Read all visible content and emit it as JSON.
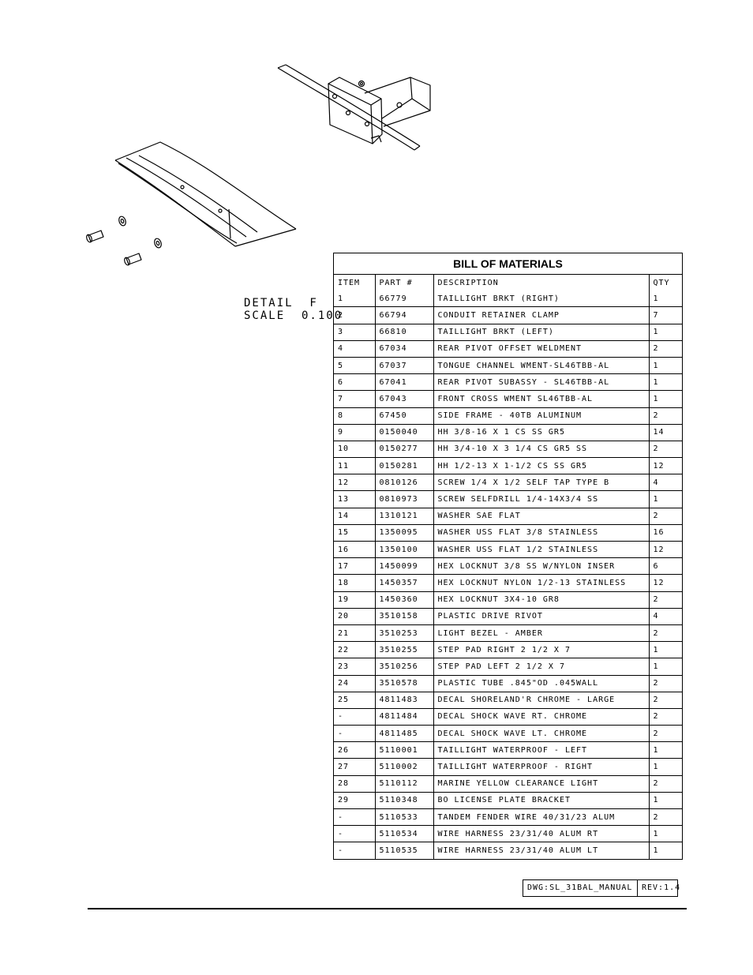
{
  "detail": {
    "line1": "DETAIL  F",
    "line2": "SCALE  0.100"
  },
  "bom": {
    "title": "BILL OF MATERIALS",
    "columns": [
      "ITEM",
      "PART #",
      "DESCRIPTION",
      "QTY"
    ],
    "rows": [
      [
        "1",
        "66779",
        "TAILLIGHT BRKT (RIGHT)",
        "1"
      ],
      [
        "2",
        "66794",
        "CONDUIT RETAINER CLAMP",
        "7"
      ],
      [
        "3",
        "66810",
        "TAILLIGHT BRKT (LEFT)",
        "1"
      ],
      [
        "4",
        "67034",
        "REAR PIVOT OFFSET WELDMENT",
        "2"
      ],
      [
        "5",
        "67037",
        "TONGUE CHANNEL WMENT-SL46TBB-AL",
        "1"
      ],
      [
        "6",
        "67041",
        "REAR PIVOT SUBASSY - SL46TBB-AL",
        "1"
      ],
      [
        "7",
        "67043",
        "FRONT CROSS WMENT SL46TBB-AL",
        "1"
      ],
      [
        "8",
        "67450",
        "SIDE FRAME - 40TB ALUMINUM",
        "2"
      ],
      [
        "9",
        "0150040",
        "HH 3/8-16 X 1 CS SS GR5",
        "14"
      ],
      [
        "10",
        "0150277",
        "HH 3/4-10 X 3 1/4 CS GR5 SS",
        "2"
      ],
      [
        "11",
        "0150281",
        "HH 1/2-13 X 1-1/2 CS SS GR5",
        "12"
      ],
      [
        "12",
        "0810126",
        "SCREW 1/4 X 1/2 SELF TAP TYPE B",
        "4"
      ],
      [
        "13",
        "0810973",
        "SCREW SELFDRILL  1/4-14X3/4 SS",
        "1"
      ],
      [
        "14",
        "1310121",
        "WASHER SAE FLAT",
        "2"
      ],
      [
        "15",
        "1350095",
        "WASHER USS FLAT 3/8 STAINLESS",
        "16"
      ],
      [
        "16",
        "1350100",
        "WASHER USS FLAT 1/2 STAINLESS",
        "12"
      ],
      [
        "17",
        "1450099",
        "HEX LOCKNUT 3/8 SS W/NYLON INSER",
        "6"
      ],
      [
        "18",
        "1450357",
        "HEX LOCKNUT NYLON 1/2-13 STAINLESS",
        "12"
      ],
      [
        "19",
        "1450360",
        "HEX LOCKNUT 3X4-10 GR8",
        "2"
      ],
      [
        "20",
        "3510158",
        "PLASTIC DRIVE RIVOT",
        "4"
      ],
      [
        "21",
        "3510253",
        "LIGHT BEZEL - AMBER",
        "2"
      ],
      [
        "22",
        "3510255",
        "STEP PAD  RIGHT  2 1/2 X  7",
        "1"
      ],
      [
        "23",
        "3510256",
        "STEP PAD  LEFT  2 1/2 X  7",
        "1"
      ],
      [
        "24",
        "3510578",
        "PLASTIC TUBE .845\"OD .045WALL",
        "2"
      ],
      [
        "25",
        "4811483",
        "DECAL SHORELAND'R CHROME - LARGE",
        "2"
      ],
      [
        "-",
        "4811484",
        "DECAL SHOCK WAVE RT. CHROME",
        "2"
      ],
      [
        "-",
        "4811485",
        "DECAL SHOCK WAVE LT. CHROME",
        "2"
      ],
      [
        "26",
        "5110001",
        "TAILLIGHT WATERPROOF - LEFT",
        "1"
      ],
      [
        "27",
        "5110002",
        "TAILLIGHT WATERPROOF - RIGHT",
        "1"
      ],
      [
        "28",
        "5110112",
        "MARINE YELLOW CLEARANCE LIGHT",
        "2"
      ],
      [
        "29",
        "5110348",
        "BO LICENSE PLATE BRACKET",
        "1"
      ],
      [
        "-",
        "5110533",
        "TANDEM FENDER WIRE 40/31/23 ALUM",
        "2"
      ],
      [
        "-",
        "5110534",
        "WIRE HARNESS 23/31/40 ALUM RT",
        "1"
      ],
      [
        "-",
        "5110535",
        "WIRE HARNESS 23/31/40 ALUM LT",
        "1"
      ]
    ]
  },
  "title_block": {
    "drawing": "DWG:SL_31BAL_MANUAL",
    "revision": "REV:1.4"
  }
}
